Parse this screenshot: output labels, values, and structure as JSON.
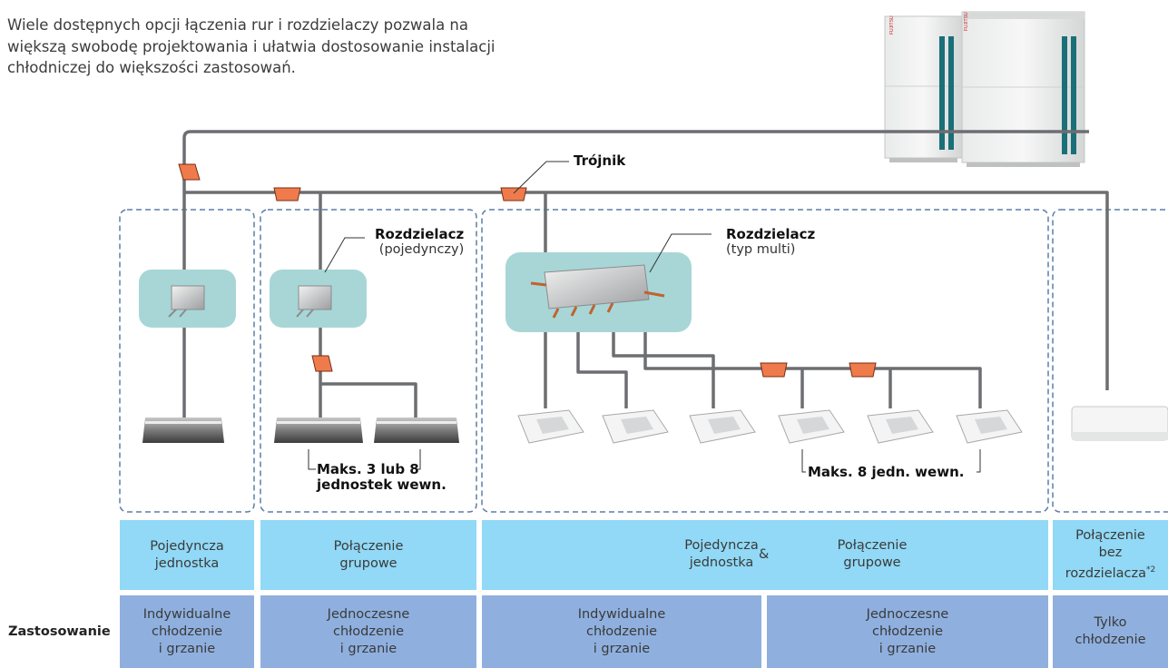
{
  "intro": {
    "line1": "Wiele dostępnych opcji łączenia rur i rozdzielaczy pozwala na",
    "line2": "większą swobodę projektowania i ułatwia dostosowanie instalacji",
    "line3": "chłodniczej do większości zastosowań."
  },
  "outdoor_unit": {
    "brand": "FUJITSU"
  },
  "callouts": {
    "tee": "Trójnik",
    "header_single_bold": "Rozdzielacz",
    "header_single_sub": "(pojedynczy)",
    "header_multi_bold": "Rozdzielacz",
    "header_multi_sub": "(typ multi)",
    "max_group_line1": "Maks. 3 lub 8",
    "max_group_line2": "jednostek wewn.",
    "max_multi": "Maks. 8 jedn. wewn."
  },
  "connection_types": [
    {
      "line1": "Pojedyncza",
      "line2": "jednostka",
      "line3": ""
    },
    {
      "line1": "Połączenie",
      "line2": "grupowe",
      "line3": ""
    },
    {
      "left_line1": "Pojedyncza",
      "left_line2": "jednostka",
      "amp": "&",
      "right_line1": "Połączenie",
      "right_line2": "grupowe"
    },
    {
      "line1": "Połączenie",
      "line2": "bez",
      "line3": "rozdzielacza",
      "sup": "*2"
    }
  ],
  "application": {
    "row_label": "Zastosowanie",
    "cells": [
      {
        "line1": "Indywidualne",
        "line2": "chłodzenie",
        "line3": "i grzanie"
      },
      {
        "line1": "Jednoczesne",
        "line2": "chłodzenie",
        "line3": "i grzanie"
      },
      {
        "line1": "Indywidualne",
        "line2": "chłodzenie",
        "line3": "i grzanie"
      },
      {
        "line1": "Jednoczesne",
        "line2": "chłodzenie",
        "line3": "i grzanie"
      },
      {
        "line1": "Tylko",
        "line2": "chłodzenie",
        "line3": ""
      }
    ]
  },
  "colors": {
    "pipe": "#6d6e71",
    "joint": "#ef7b4d",
    "header_bg": "#a8d6d6",
    "dashed_border": "#5b7ea8",
    "connection_row": "#91d9f6",
    "application_row": "#8fb0df"
  }
}
